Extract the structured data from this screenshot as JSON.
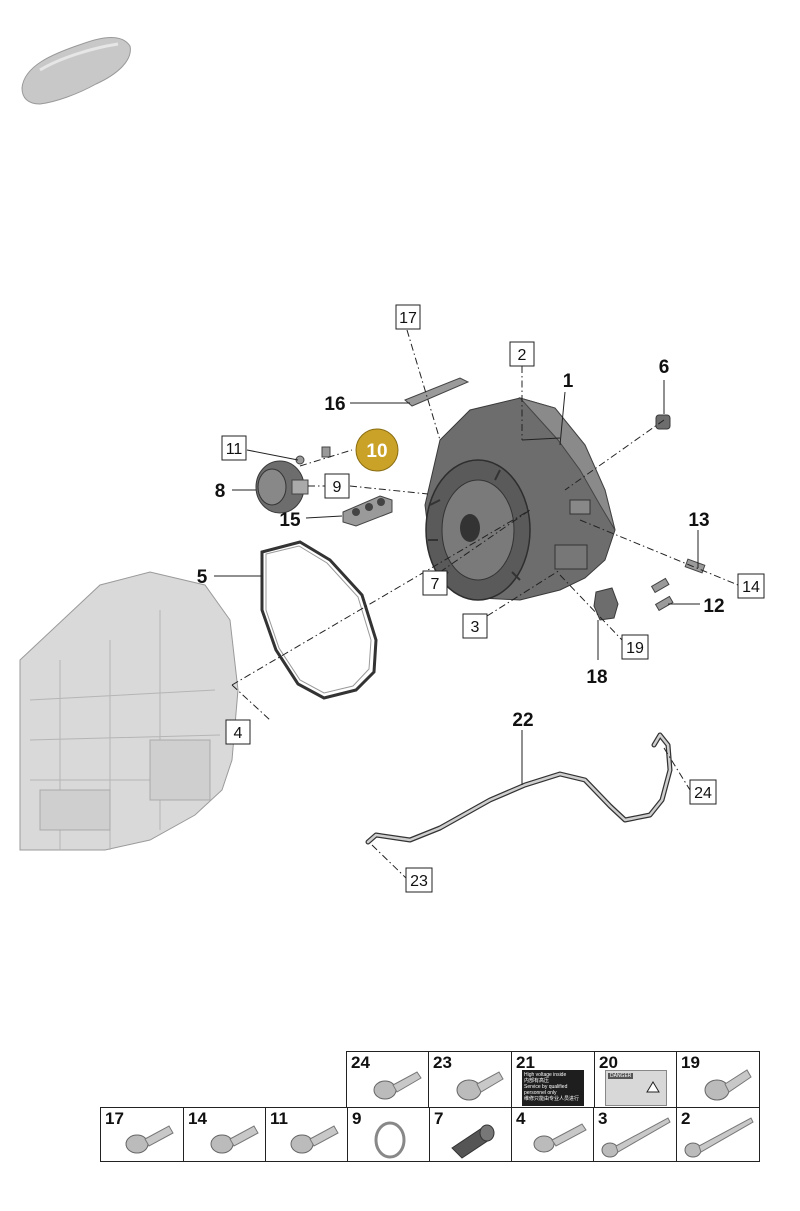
{
  "callouts": {
    "c1": "1",
    "c2": "2",
    "c3": "3",
    "c4": "4",
    "c5": "5",
    "c6": "6",
    "c7": "7",
    "c8": "8",
    "c9": "9",
    "c10": "10",
    "c11": "11",
    "c12": "12",
    "c13": "13",
    "c14": "14",
    "c15": "15",
    "c16": "16",
    "c17": "17",
    "c18": "18",
    "c19": "19",
    "c22": "22",
    "c23": "23",
    "c24": "24"
  },
  "highlight_color": "#c9a227",
  "fastener_grid": {
    "top_row": [
      "24",
      "23",
      "21",
      "20",
      "19"
    ],
    "bottom_row": [
      "17",
      "14",
      "11",
      "9",
      "7",
      "4",
      "3",
      "2"
    ],
    "label_21": {
      "line1": "High voltage inside",
      "line2": "内部有高压",
      "line3": "Service by qualified personnel only",
      "line4": "维修只能由专业人员进行"
    },
    "label_20": {
      "head": "DANGER"
    }
  }
}
